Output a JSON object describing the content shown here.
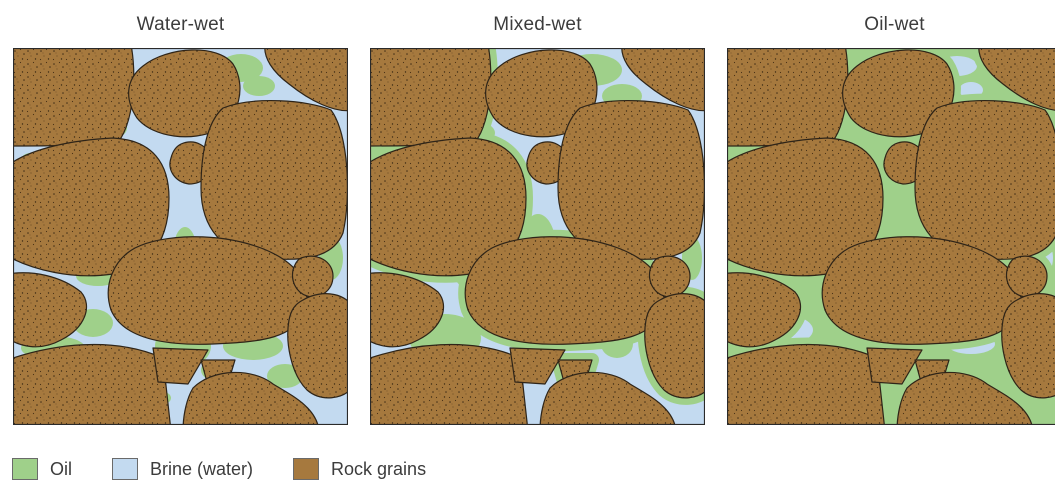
{
  "panels": [
    {
      "title": "Water-wet"
    },
    {
      "title": "Mixed-wet"
    },
    {
      "title": "Oil-wet"
    }
  ],
  "legend": [
    {
      "label": "Oil"
    },
    {
      "label": "Brine (water)"
    },
    {
      "label": "Rock grains"
    }
  ],
  "colors": {
    "oil": "#9fd08a",
    "brine": "#c3daf0",
    "rock": "#a6793e",
    "rock_outline": "#2e2418"
  }
}
